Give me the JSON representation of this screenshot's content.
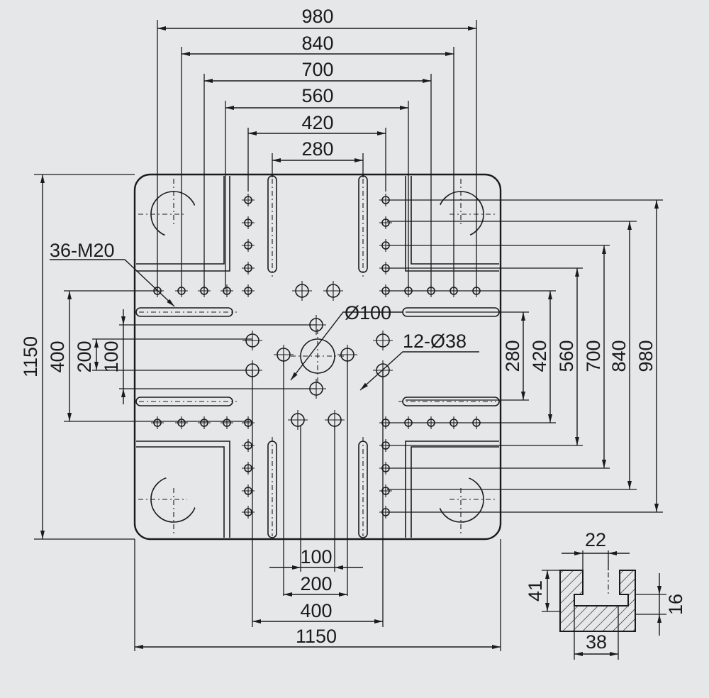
{
  "top_dims": [
    "980",
    "840",
    "700",
    "560",
    "420",
    "280"
  ],
  "right_dims": [
    "980",
    "840",
    "700",
    "560",
    "420",
    "280"
  ],
  "left_dims": {
    "overall": "1150",
    "d400": "400",
    "d200": "200",
    "d100": "100"
  },
  "bottom_dims": {
    "d100": "100",
    "d200": "200",
    "d400": "400",
    "overall": "1150"
  },
  "callouts": {
    "tapped_holes": "36-M20",
    "center_bore": "Ø100",
    "through_holes": "12-Ø38"
  },
  "t_slot": {
    "top_width": "22",
    "depth": "41",
    "neck": "16",
    "bottom_width": "38"
  }
}
